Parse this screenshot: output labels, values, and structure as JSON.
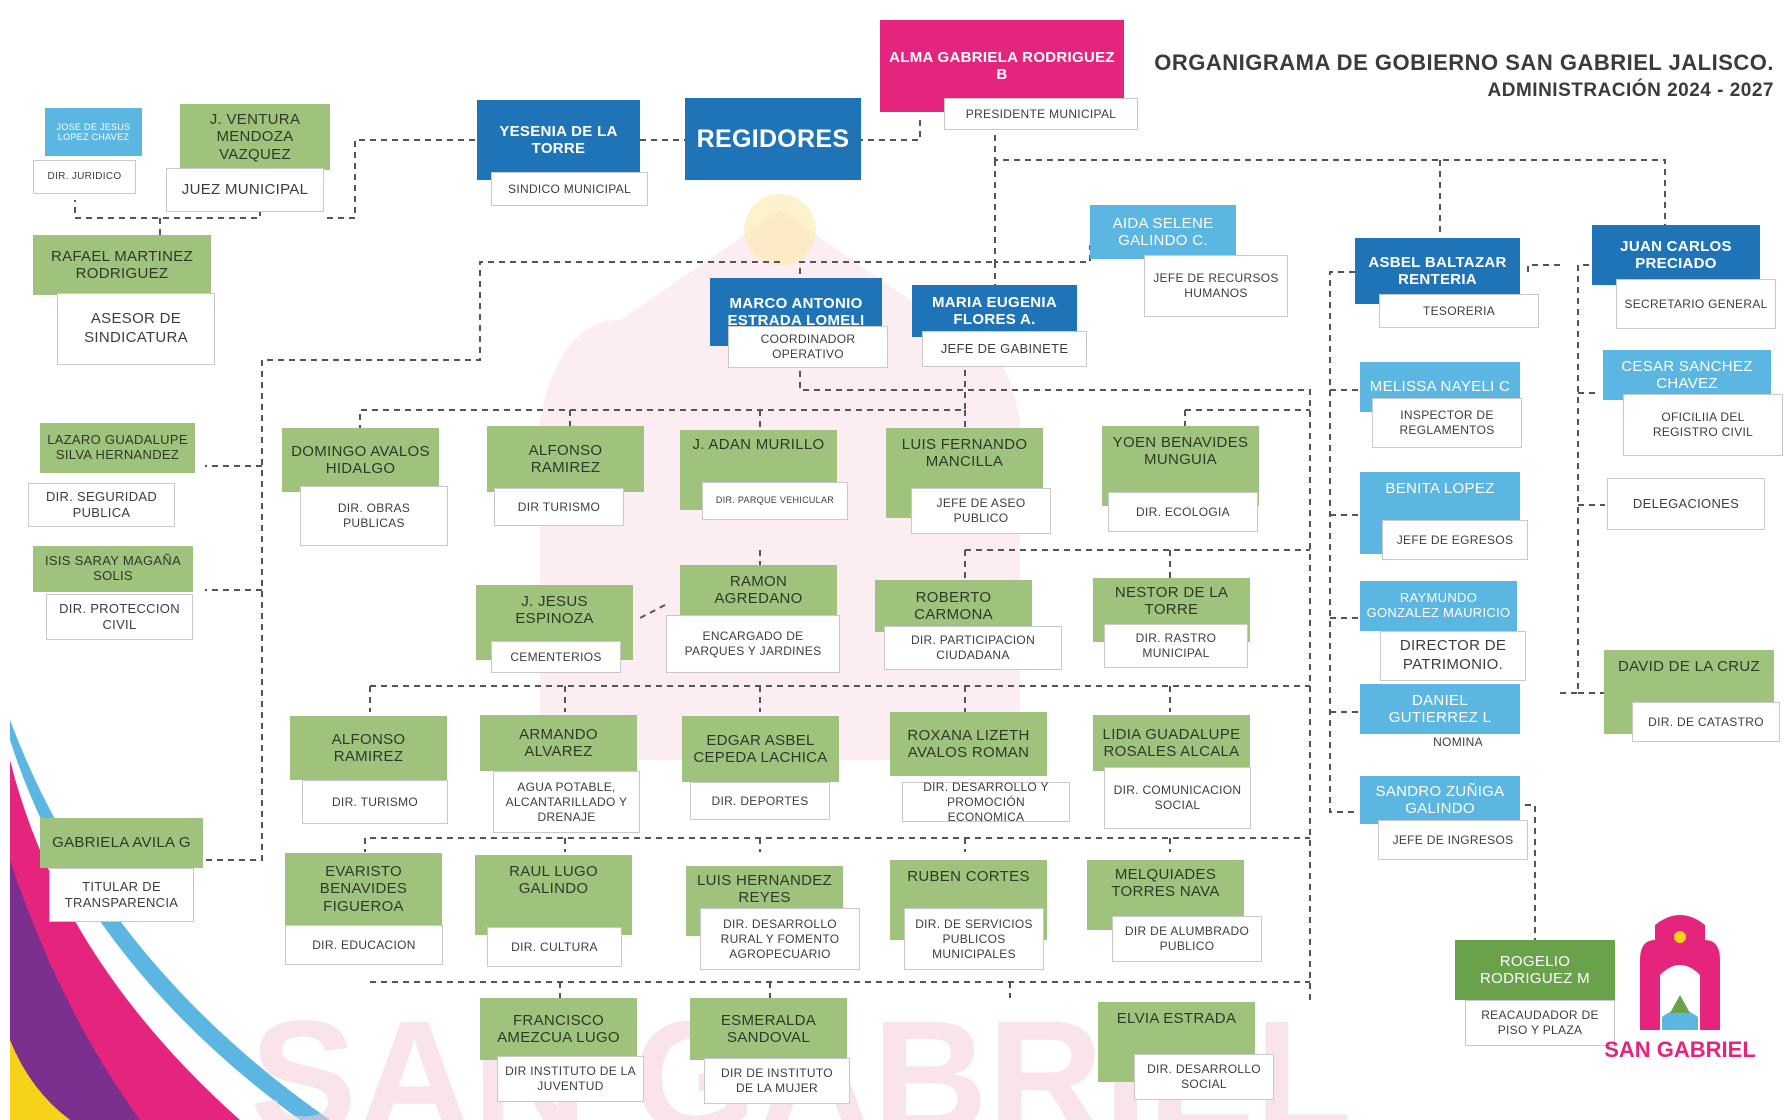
{
  "header": {
    "title": "ORGANIGRAMA DE GOBIERNO SAN GABRIEL JALISCO.",
    "subtitle": "ADMINISTRACIÓN 2024 - 2027"
  },
  "logo": {
    "text": "SAN GABRIEL"
  },
  "watermark": {
    "text": "SAN GABRIEL"
  },
  "colors": {
    "green": "#9fc27d",
    "dark_blue": "#1f74b8",
    "light_blue": "#5cb6e2",
    "pink": "#e5257d",
    "dark_green": "#69a24b"
  },
  "presidente": {
    "name": "ALMA GABRIELA RODRIGUEZ B",
    "role": "PRESIDENTE MUNICIPAL"
  },
  "regidores": {
    "label": "REGIDORES"
  },
  "sindico": {
    "name": "YESENIA DE LA TORRE",
    "role": "SINDICO MUNICIPAL"
  },
  "juridico": {
    "name": "JOSE DE JESUS LOPEZ CHAVEZ",
    "role": "DIR. JURIDICO"
  },
  "juez": {
    "name": "J. VENTURA MENDOZA VAZQUEZ",
    "role": "JUEZ MUNICIPAL"
  },
  "asesor": {
    "name": "RAFAEL MARTINEZ RODRIGUEZ",
    "role": "ASESOR DE SINDICATURA"
  },
  "seguridad": {
    "name": "LAZARO GUADALUPE SILVA HERNANDEZ",
    "role": "DIR. SEGURIDAD PUBLICA"
  },
  "proteccion": {
    "name": "ISIS SARAY MAGAÑA SOLIS",
    "role": "DIR. PROTECCION CIVIL"
  },
  "transparencia": {
    "name": "GABRIELA AVILA G",
    "role": "TITULAR DE TRANSPARENCIA"
  },
  "recursos": {
    "name": "AIDA SELENE GALINDO C.",
    "role": "JEFE DE RECURSOS HUMANOS"
  },
  "coordinador": {
    "name": "MARCO ANTONIO ESTRADA LOMELI",
    "role": "COORDINADOR OPERATIVO"
  },
  "gabinete": {
    "name": "MARIA EUGENIA FLORES A.",
    "role": "JEFE DE GABINETE"
  },
  "row1": [
    {
      "name": "DOMINGO AVALOS HIDALGO",
      "role": "DIR. OBRAS PUBLICAS"
    },
    {
      "name": "ALFONSO RAMIREZ",
      "role": "DIR TURISMO"
    },
    {
      "name": "J. ADAN MURILLO",
      "role": "DIR. PARQUE VEHICULAR"
    },
    {
      "name": "LUIS FERNANDO MANCILLA",
      "role": "JEFE DE ASEO PUBLICO"
    },
    {
      "name": "YOEN BENAVIDES MUNGUIA",
      "role": "DIR. ECOLOGIA"
    }
  ],
  "row2": [
    {
      "name": "J. JESUS ESPINOZA",
      "role": "CEMENTERIOS"
    },
    {
      "name": "RAMON AGREDANO",
      "role": "ENCARGADO DE PARQUES Y JARDINES"
    },
    {
      "name": "ROBERTO CARMONA",
      "role": "DIR. PARTICIPACION CIUDADANA"
    },
    {
      "name": "NESTOR DE LA TORRE",
      "role": "DIR. RASTRO MUNICIPAL"
    }
  ],
  "row3": [
    {
      "name": "ALFONSO RAMIREZ",
      "role": "DIR. TURISMO"
    },
    {
      "name": "ARMANDO ALVAREZ",
      "role": "AGUA POTABLE, ALCANTARILLADO Y DRENAJE"
    },
    {
      "name": "EDGAR ASBEL CEPEDA LACHICA",
      "role": "DIR. DEPORTES"
    },
    {
      "name": "ROXANA LIZETH AVALOS ROMAN",
      "role": "DIR. DESARROLLO Y PROMOCIÓN ECONOMICA"
    },
    {
      "name": "LIDIA GUADALUPE ROSALES ALCALA",
      "role": "DIR. COMUNICACION SOCIAL"
    }
  ],
  "row4": [
    {
      "name": "EVARISTO BENAVIDES FIGUEROA",
      "role": "DIR. EDUCACION"
    },
    {
      "name": "RAUL LUGO GALINDO",
      "role": "DIR. CULTURA"
    },
    {
      "name": "LUIS HERNANDEZ REYES",
      "role": "DIR. DESARROLLO RURAL Y FOMENTO AGROPECUARIO"
    },
    {
      "name": "RUBEN CORTES",
      "role": "DIR. DE SERVICIOS PUBLICOS MUNICIPALES"
    },
    {
      "name": "MELQUIADES TORRES NAVA",
      "role": "DIR DE ALUMBRADO PUBLICO"
    }
  ],
  "row5": [
    {
      "name": "FRANCISCO AMEZCUA LUGO",
      "role": "DIR INSTITUTO DE LA JUVENTUD"
    },
    {
      "name": "ESMERALDA SANDOVAL",
      "role": "DIR DE INSTITUTO DE LA MUJER"
    },
    {
      "name": "ELVIA ESTRADA",
      "role": "DIR. DESARROLLO SOCIAL"
    }
  ],
  "tesoreria": {
    "name": "ASBEL BALTAZAR RENTERIA",
    "role": "TESORERIA"
  },
  "reglamentos": {
    "name": "MELISSA NAYELI C",
    "role": "INSPECTOR DE REGLAMENTOS"
  },
  "egresos": {
    "name": "BENITA LOPEZ",
    "role": "JEFE DE EGRESOS"
  },
  "patrimonio": {
    "name": "RAYMUNDO GONZALEZ MAURICIO",
    "role": "DIRECTOR DE PATRIMONIO."
  },
  "nomina": {
    "name": "DANIEL GUTIERREZ L",
    "role": "NOMINA"
  },
  "ingresos": {
    "name": "SANDRO ZUÑIGA GALINDO",
    "role": "JEFE DE INGRESOS"
  },
  "recaudador": {
    "name": "ROGELIO RODRIGUEZ M",
    "role": "REACAUDADOR DE PISO Y PLAZA"
  },
  "secretario": {
    "name": "JUAN CARLOS PRECIADO",
    "role": "SECRETARIO GENERAL"
  },
  "registro": {
    "name": "CESAR SANCHEZ CHAVEZ",
    "role": "OFICILIIA DEL REGISTRO CIVIL"
  },
  "delegaciones": {
    "label": "DELEGACIONES"
  },
  "catastro": {
    "name": "DAVID DE LA CRUZ",
    "role": "DIR. DE CATASTRO"
  }
}
